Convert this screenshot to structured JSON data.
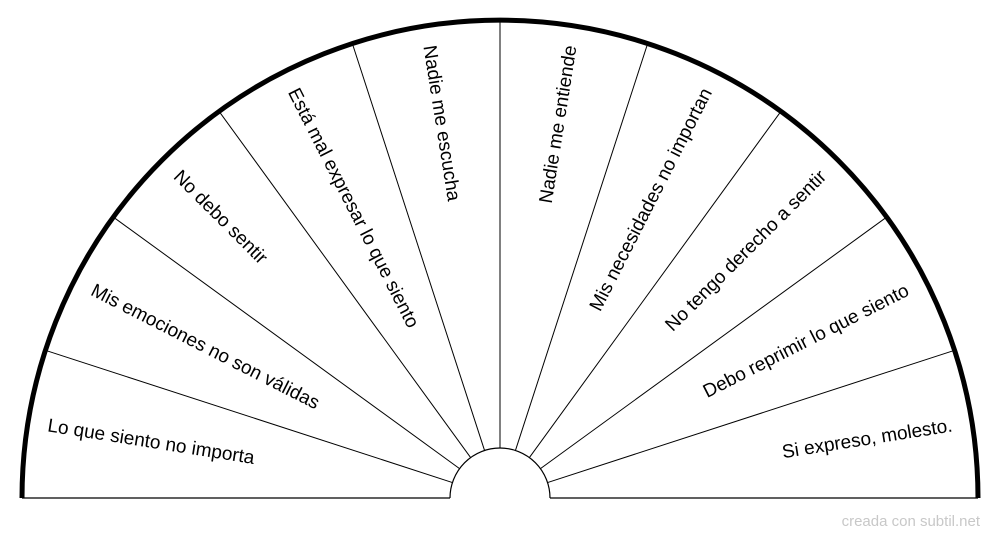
{
  "diagram": {
    "type": "pendulum-semicircle-chart",
    "segments": [
      "Lo que siento no importa",
      "Mis emociones no son válidas",
      "No debo sentir",
      "Está mal expresar lo que siento",
      "Nadie me escucha",
      "Nadie me entiende",
      "Mis necesidades no importan",
      "No tengo derecho a sentir",
      "Debo reprimir lo que siento",
      "Si expreso, molesto."
    ]
  },
  "footer": {
    "credit": "creada con subtil.net"
  },
  "colors": {
    "line": "#000000",
    "background": "#ffffff",
    "credit": "#c8c8c8"
  }
}
